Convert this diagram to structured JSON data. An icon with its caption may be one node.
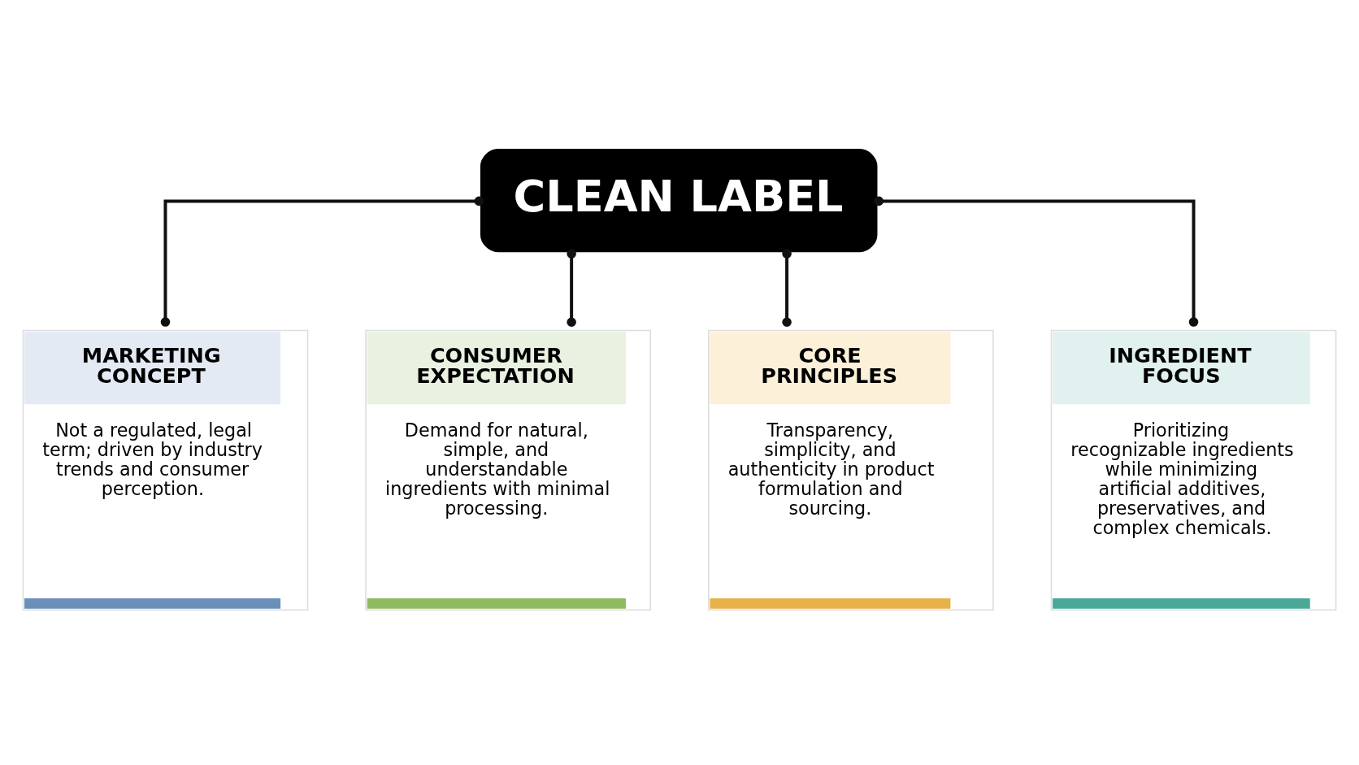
{
  "diagram": {
    "nodes": [
      {
        "text": [
          "CLEAN LABEL"
        ]
      },
      {
        "text": [
          "MARKETING CONCEPT",
          "Not a regulated, legal term; driven by industry trends and consumer perception."
        ]
      },
      {
        "text": [
          "CONSUMER EXPECTATION",
          "Demand for natural, simple, and understandable ingredients with minimal processing."
        ]
      },
      {
        "text": [
          "CORE PRINCIPLES",
          "Transparency, simplicity, and authenticity in product formulation and sourcing."
        ]
      },
      {
        "text": [
          "INGREDIENT FOCUS",
          "Prioritizing recognizable ingredients while minimizing artificial additives, preservatives, and complex chemicals."
        ]
      }
    ],
    "edges": [
      {
        "from": 0,
        "to": 1,
        "arrow": "other"
      },
      {
        "from": 0,
        "to": 2,
        "arrow": "other"
      },
      {
        "from": 0,
        "to": 3,
        "arrow": "other"
      },
      {
        "from": 0,
        "to": 4,
        "arrow": "other"
      }
    ]
  }
}
